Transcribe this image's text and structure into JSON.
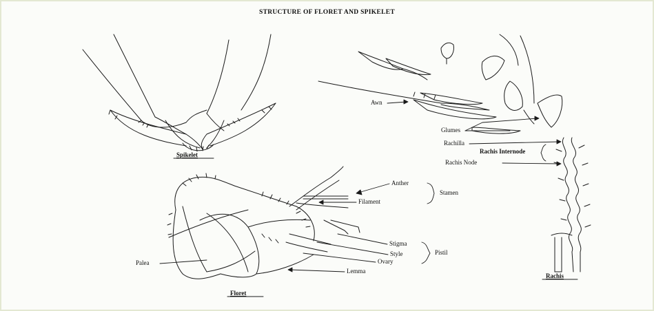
{
  "title": "STRUCTURE OF FLORET AND SPIKELET",
  "captions": {
    "spikelet": "Spikelet",
    "floret": "Floret",
    "rachis": "Rachis"
  },
  "labels": {
    "awn": "Awn",
    "glumes": "Glumes",
    "rachilla": "Rachilla",
    "rachis_internode": "Rachis Internode",
    "rachis_node": "Rachis Node",
    "anther": "Anther",
    "filament": "Filament",
    "stamen": "Stamen",
    "stigma": "Stigma",
    "style": "Style",
    "ovary": "Ovary",
    "pistil": "Pistil",
    "palea": "Palea",
    "lemma": "Lemma"
  }
}
